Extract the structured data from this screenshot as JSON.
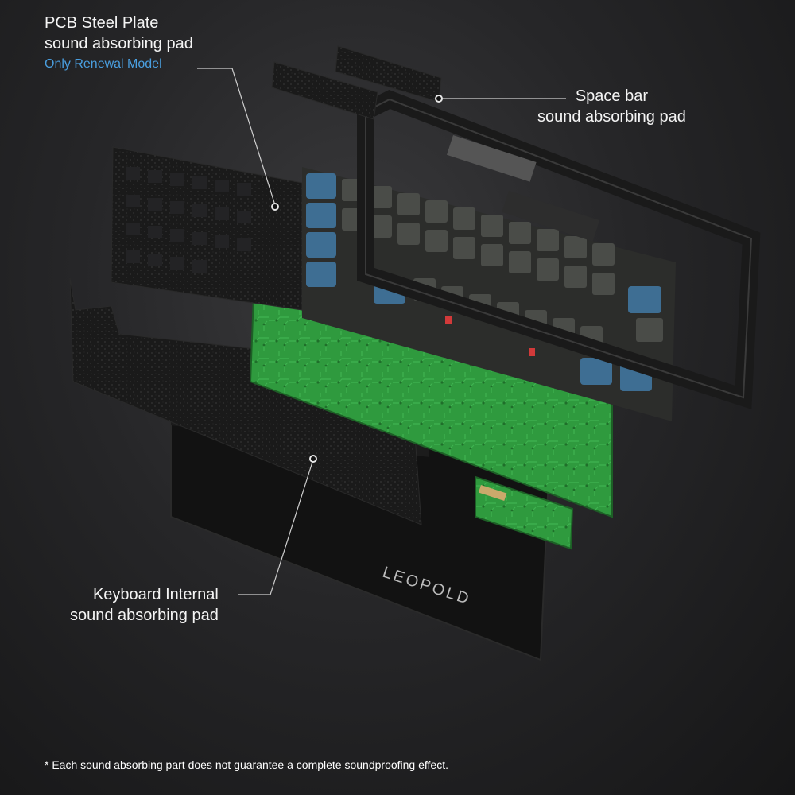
{
  "callouts": {
    "pcb_plate": {
      "line1": "PCB Steel Plate",
      "line2": "sound absorbing pad",
      "note": "Only Renewal Model"
    },
    "space_bar": {
      "line1": "Space bar",
      "line2": "sound absorbing pad"
    },
    "internal": {
      "line1": "Keyboard Internal",
      "line2": "sound absorbing pad"
    }
  },
  "case_logo": "LEOPOLD",
  "footnote": "* Each sound absorbing part does not guarantee a complete soundproofing effect.",
  "colors": {
    "background": "#262628",
    "accent_blue": "#4a9fe0",
    "pcb_green": "#2e9a3c",
    "keycap_gray": "#4a4c48",
    "keycap_blue": "#3e6e93",
    "switch_red": "#d23a3a"
  }
}
